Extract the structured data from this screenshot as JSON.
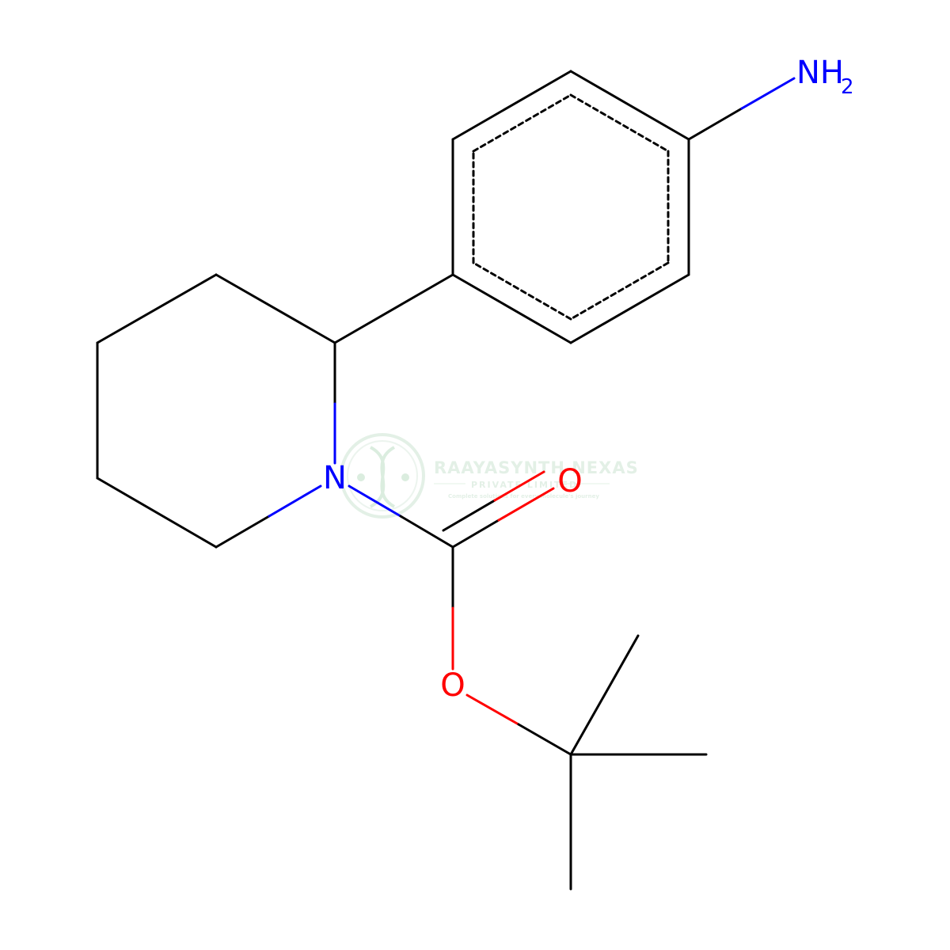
{
  "molecule": {
    "atoms": {
      "amine": {
        "element": "NH",
        "subscript": "2"
      },
      "ring_nitrogen": {
        "element": "N"
      },
      "carbonyl_oxygen": {
        "element": "O"
      },
      "ester_oxygen": {
        "element": "O"
      }
    }
  },
  "watermark": {
    "company": "RAAYASYNTH NEXAS",
    "subtitle": "PRIVATE LIMITED",
    "tagline": "Complete solutions for every molecule's journey"
  },
  "colors": {
    "carbon_bond": "#000000",
    "nitrogen": "#0000ff",
    "oxygen": "#ff0000",
    "watermark": "#9ccaa8"
  }
}
